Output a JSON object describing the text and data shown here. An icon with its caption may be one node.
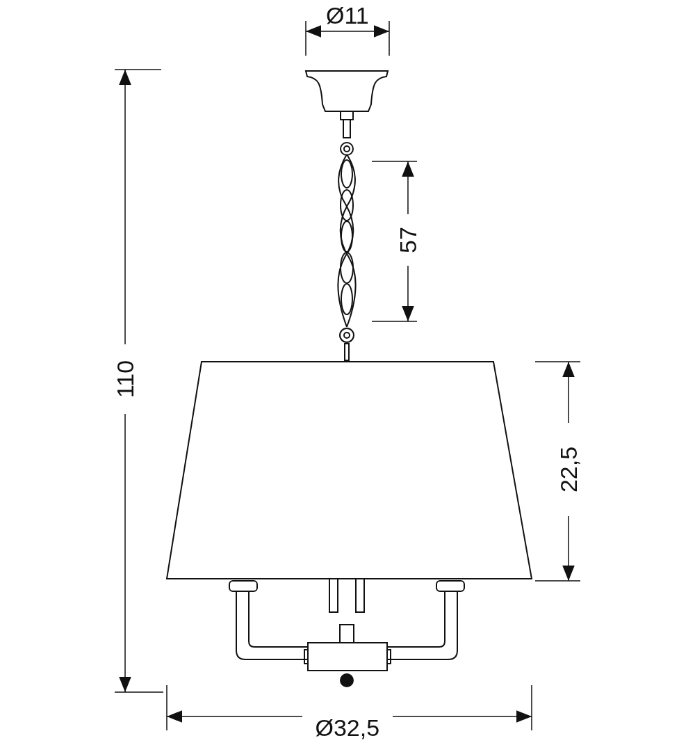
{
  "diagram": {
    "labels": [
      "Ø11",
      "57",
      "110",
      "22,5",
      "Ø32,5"
    ]
  }
}
